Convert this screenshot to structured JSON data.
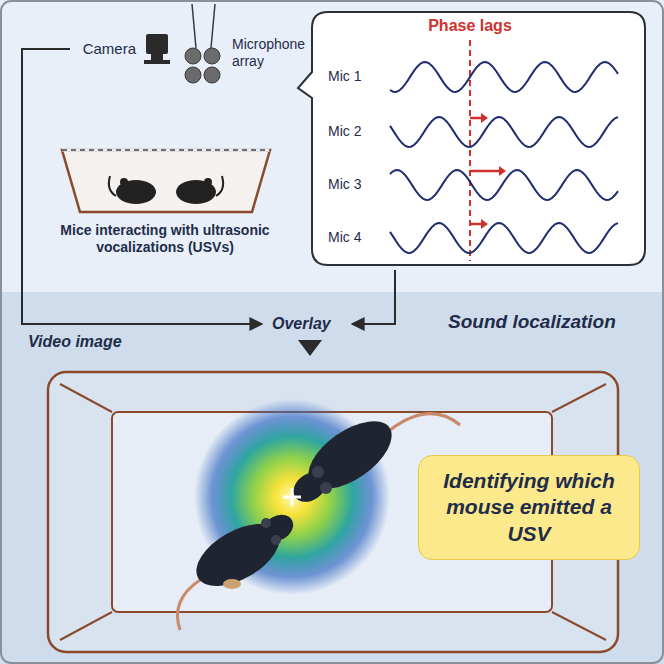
{
  "diagram": {
    "nodes": [
      {
        "text": [
          "Phase lags",
          "Mic 1",
          "Mic 2",
          "Mic 3",
          "Mic 4"
        ]
      },
      {
        "text": [
          "Identifying which mouse emitted a USV"
        ]
      }
    ],
    "labels": [
      "Camera",
      "Microphone array",
      "Mice interacting with ultrasonic vocalizations (USVs)",
      "Video image",
      "Overlay",
      "Sound localization"
    ]
  }
}
